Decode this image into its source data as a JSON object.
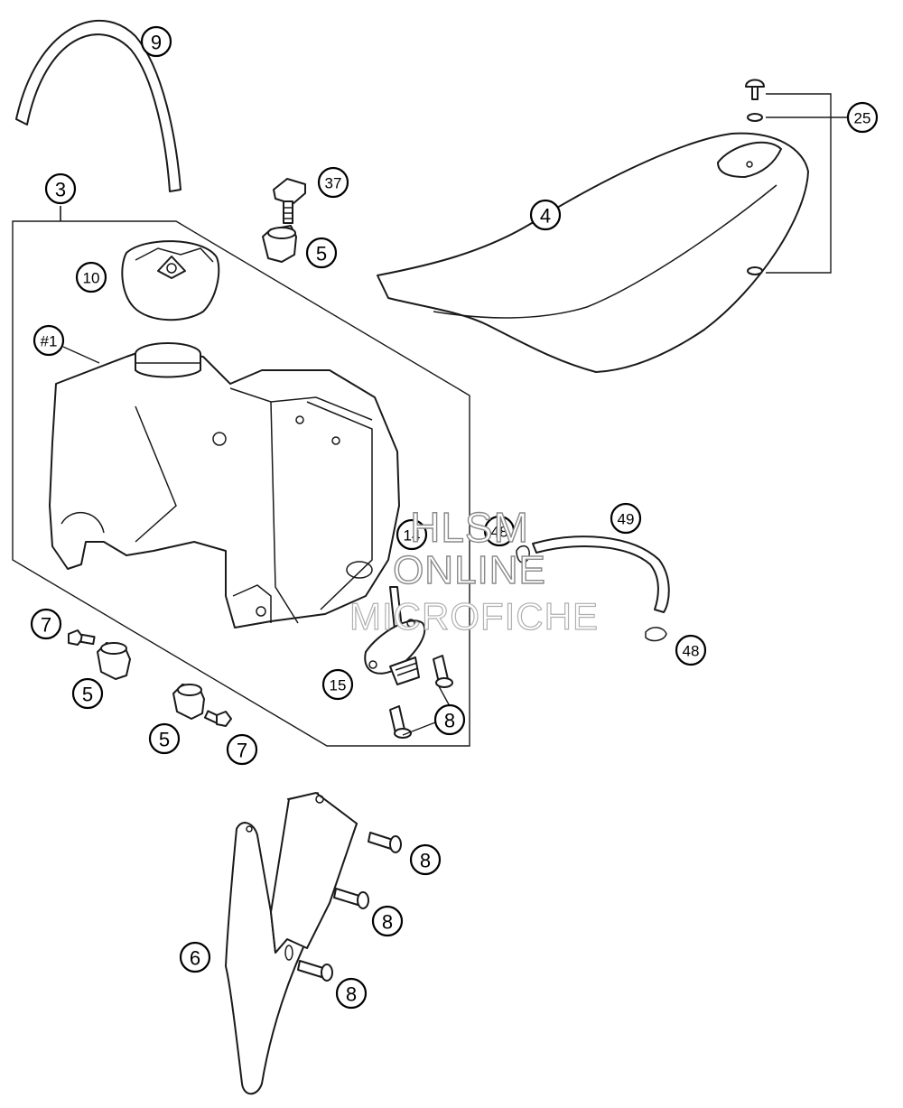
{
  "callouts": [
    {
      "id": "c9",
      "label": "9"
    },
    {
      "id": "c3",
      "label": "3"
    },
    {
      "id": "c37",
      "label": "37"
    },
    {
      "id": "c5a",
      "label": "5"
    },
    {
      "id": "c10",
      "label": "10"
    },
    {
      "id": "c1",
      "label": "#1"
    },
    {
      "id": "c4",
      "label": "4"
    },
    {
      "id": "c25",
      "label": "25"
    },
    {
      "id": "c14",
      "label": "14"
    },
    {
      "id": "c48a",
      "label": "48"
    },
    {
      "id": "c49",
      "label": "49"
    },
    {
      "id": "c48b",
      "label": "48"
    },
    {
      "id": "c7a",
      "label": "7"
    },
    {
      "id": "c5b",
      "label": "5"
    },
    {
      "id": "c5c",
      "label": "5"
    },
    {
      "id": "c7b",
      "label": "7"
    },
    {
      "id": "c15",
      "label": "15"
    },
    {
      "id": "c8a",
      "label": "8"
    },
    {
      "id": "c8b",
      "label": "8"
    },
    {
      "id": "c8c",
      "label": "8"
    },
    {
      "id": "c8d",
      "label": "8"
    },
    {
      "id": "c6",
      "label": "6"
    }
  ],
  "watermark": {
    "line1": "HLSM",
    "line2": "ONLINE",
    "line3": "MICROFICHE"
  }
}
